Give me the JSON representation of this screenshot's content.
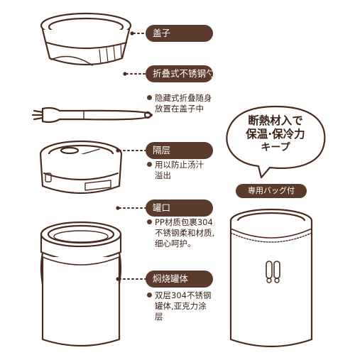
{
  "labels": {
    "lid": "盖子",
    "spoon": "折叠式不锈钢勺",
    "divider": "隔层",
    "jar_mouth": "罐口",
    "jar_body": "焖烧罐体"
  },
  "notes": {
    "spoon": [
      "隐藏式折叠随身",
      "放置在盖子中"
    ],
    "divider": [
      "用以防止汤汁",
      "溢出"
    ],
    "jar_mouth": [
      "PP材质包裹304",
      "不锈钢柔和材质,",
      "细心呵护。"
    ],
    "jar_body": [
      "双层304不锈钢",
      "罐体,亚克力涂",
      "层"
    ]
  },
  "bubble": [
    "断熱材入で",
    "保温·保冷力",
    "キープ"
  ],
  "bag_label": "専用バッグ付",
  "colors": {
    "accent": "#5a3a2a",
    "line": "#4a2c1f",
    "background": "#ffffff"
  }
}
